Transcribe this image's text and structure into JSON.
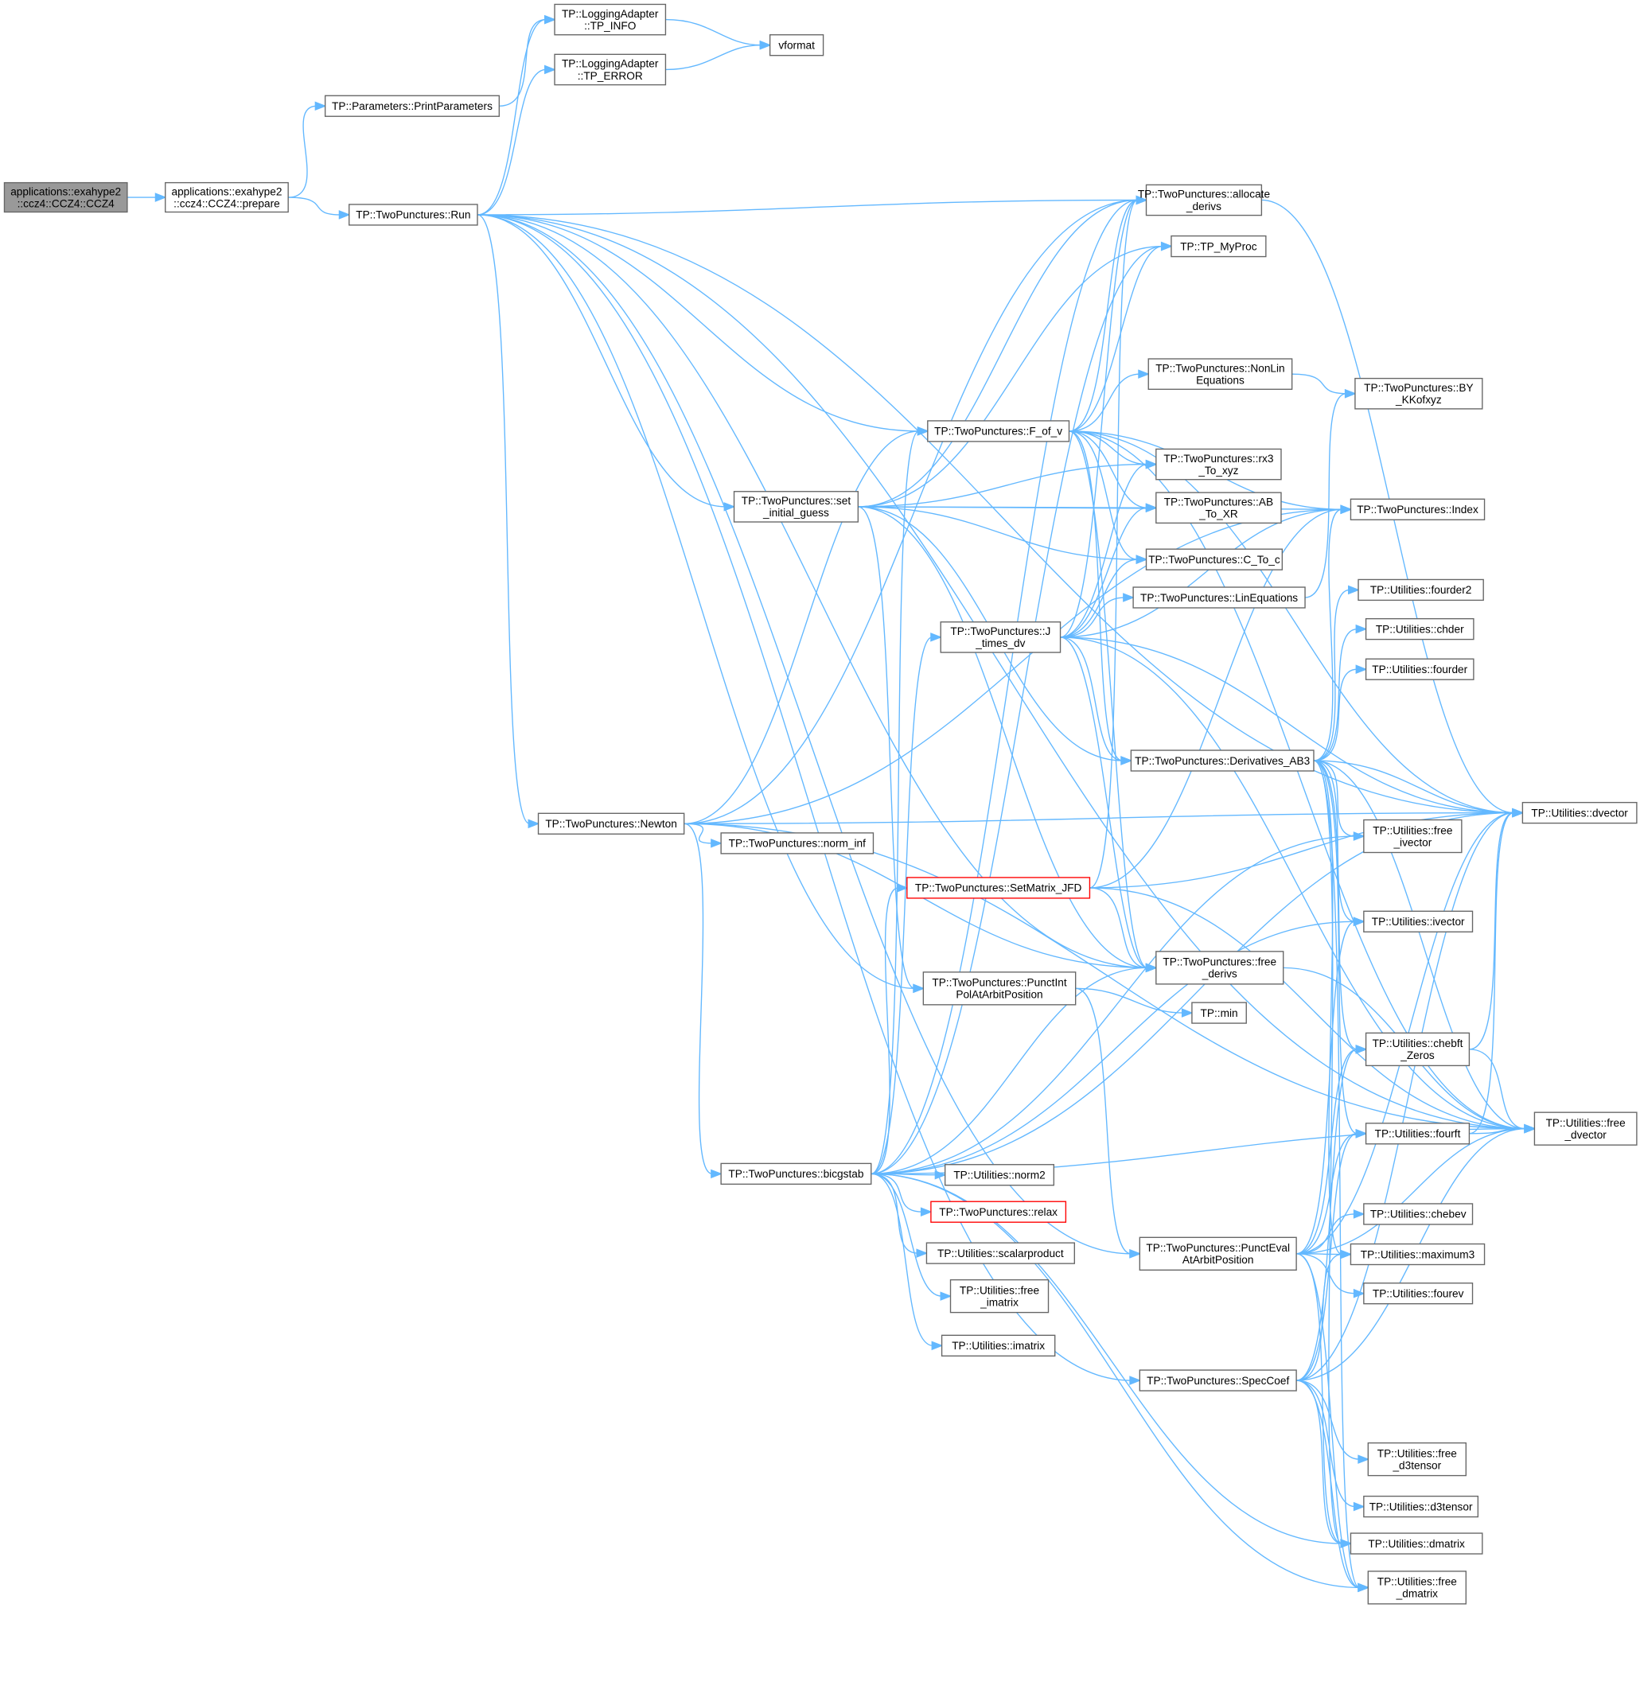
{
  "colors": {
    "edge": "#63b8ff",
    "root_fill": "#999999",
    "node_border": "#666666",
    "highlight_border": "#ff0000"
  },
  "nodes": {
    "ccz4": [
      "applications::exahype2",
      "::ccz4::CCZ4::CCZ4"
    ],
    "prepare": [
      "applications::exahype2",
      "::ccz4::CCZ4::prepare"
    ],
    "printparams": [
      "TP::Parameters::PrintParameters"
    ],
    "tp_info": [
      "TP::LoggingAdapter",
      "::TP_INFO"
    ],
    "tp_error": [
      "TP::LoggingAdapter",
      "::TP_ERROR"
    ],
    "vformat": [
      "vformat"
    ],
    "run": [
      "TP::TwoPunctures::Run"
    ],
    "allocate_derivs": [
      "TP::TwoPunctures::allocate",
      "_derivs"
    ],
    "tp_myproc": [
      "TP::TP_MyProc"
    ],
    "nonlin": [
      "TP::TwoPunctures::NonLin",
      "Equations"
    ],
    "by_kk": [
      "TP::TwoPunctures::BY",
      "_KKofxyz"
    ],
    "f_of_v": [
      "TP::TwoPunctures::F_of_v"
    ],
    "rx3": [
      "TP::TwoPunctures::rx3",
      "_To_xyz"
    ],
    "ab_to_xr": [
      "TP::TwoPunctures::AB",
      "_To_XR"
    ],
    "index": [
      "TP::TwoPunctures::Index"
    ],
    "c_to_c": [
      "TP::TwoPunctures::C_To_c"
    ],
    "linequations": [
      "TP::TwoPunctures::LinEquations"
    ],
    "fourder2": [
      "TP::Utilities::fourder2"
    ],
    "chder": [
      "TP::Utilities::chder"
    ],
    "fourder": [
      "TP::Utilities::fourder"
    ],
    "set_initial_guess": [
      "TP::TwoPunctures::set",
      "_initial_guess"
    ],
    "j_times_dv": [
      "TP::TwoPunctures::J",
      "_times_dv"
    ],
    "derivatives": [
      "TP::TwoPunctures::Derivatives_AB3"
    ],
    "dvector": [
      "TP::Utilities::dvector"
    ],
    "free_ivector": [
      "TP::Utilities::free",
      "_ivector"
    ],
    "newton": [
      "TP::TwoPunctures::Newton"
    ],
    "norm_inf": [
      "TP::TwoPunctures::norm_inf"
    ],
    "setmatrix": [
      "TP::TwoPunctures::SetMatrix_JFD"
    ],
    "ivector": [
      "TP::Utilities::ivector"
    ],
    "free_derivs": [
      "TP::TwoPunctures::free",
      "_derivs"
    ],
    "punctintpol": [
      "TP::TwoPunctures::PunctInt",
      "PolAtArbitPosition"
    ],
    "tp_min": [
      "TP::min"
    ],
    "chebft": [
      "TP::Utilities::chebft",
      "_Zeros"
    ],
    "fourft": [
      "TP::Utilities::fourft"
    ],
    "free_dvector": [
      "TP::Utilities::free",
      "_dvector"
    ],
    "bicgstab": [
      "TP::TwoPunctures::bicgstab"
    ],
    "norm2": [
      "TP::Utilities::norm2"
    ],
    "relax": [
      "TP::TwoPunctures::relax"
    ],
    "scalarproduct": [
      "TP::Utilities::scalarproduct"
    ],
    "free_imatrix": [
      "TP::Utilities::free",
      "_imatrix"
    ],
    "imatrix": [
      "TP::Utilities::imatrix"
    ],
    "puncteval": [
      "TP::TwoPunctures::PunctEval",
      "AtArbitPosition"
    ],
    "chebev": [
      "TP::Utilities::chebev"
    ],
    "maximum3": [
      "TP::Utilities::maximum3"
    ],
    "fourev": [
      "TP::Utilities::fourev"
    ],
    "speccoef": [
      "TP::TwoPunctures::SpecCoef"
    ],
    "free_d3tensor": [
      "TP::Utilities::free",
      "_d3tensor"
    ],
    "d3tensor": [
      "TP::Utilities::d3tensor"
    ],
    "dmatrix": [
      "TP::Utilities::dmatrix"
    ],
    "free_dmatrix": [
      "TP::Utilities::free",
      "_dmatrix"
    ]
  },
  "edges": [
    [
      "ccz4",
      "prepare"
    ],
    [
      "prepare",
      "printparams"
    ],
    [
      "prepare",
      "run"
    ],
    [
      "printparams",
      "tp_info"
    ],
    [
      "tp_info",
      "vformat"
    ],
    [
      "tp_error",
      "vformat"
    ],
    [
      "run",
      "tp_info"
    ],
    [
      "run",
      "tp_error"
    ],
    [
      "run",
      "dvector"
    ],
    [
      "run",
      "allocate_derivs"
    ],
    [
      "run",
      "f_of_v"
    ],
    [
      "run",
      "set_initial_guess"
    ],
    [
      "run",
      "newton"
    ],
    [
      "run",
      "punctintpol"
    ],
    [
      "run",
      "free_derivs"
    ],
    [
      "run",
      "speccoef"
    ],
    [
      "run",
      "puncteval"
    ],
    [
      "run",
      "free_dvector"
    ],
    [
      "set_initial_guess",
      "allocate_derivs"
    ],
    [
      "set_initial_guess",
      "tp_myproc"
    ],
    [
      "set_initial_guess",
      "rx3"
    ],
    [
      "set_initial_guess",
      "ab_to_xr"
    ],
    [
      "set_initial_guess",
      "c_to_c"
    ],
    [
      "set_initial_guess",
      "index"
    ],
    [
      "set_initial_guess",
      "derivatives"
    ],
    [
      "set_initial_guess",
      "free_derivs"
    ],
    [
      "set_initial_guess",
      "punctintpol"
    ],
    [
      "f_of_v",
      "allocate_derivs"
    ],
    [
      "f_of_v",
      "tp_myproc"
    ],
    [
      "f_of_v",
      "nonlin"
    ],
    [
      "f_of_v",
      "rx3"
    ],
    [
      "f_of_v",
      "ab_to_xr"
    ],
    [
      "f_of_v",
      "c_to_c"
    ],
    [
      "f_of_v",
      "index"
    ],
    [
      "f_of_v",
      "derivatives"
    ],
    [
      "f_of_v",
      "free_derivs"
    ],
    [
      "f_of_v",
      "dvector"
    ],
    [
      "f_of_v",
      "free_dvector"
    ],
    [
      "nonlin",
      "by_kk"
    ],
    [
      "linequations",
      "by_kk"
    ],
    [
      "j_times_dv",
      "allocate_derivs"
    ],
    [
      "j_times_dv",
      "rx3"
    ],
    [
      "j_times_dv",
      "ab_to_xr"
    ],
    [
      "j_times_dv",
      "c_to_c"
    ],
    [
      "j_times_dv",
      "linequations"
    ],
    [
      "j_times_dv",
      "index"
    ],
    [
      "j_times_dv",
      "derivatives"
    ],
    [
      "j_times_dv",
      "free_derivs"
    ],
    [
      "j_times_dv",
      "dvector"
    ],
    [
      "j_times_dv",
      "free_dvector"
    ],
    [
      "derivatives",
      "index"
    ],
    [
      "derivatives",
      "fourder2"
    ],
    [
      "derivatives",
      "chder"
    ],
    [
      "derivatives",
      "fourder"
    ],
    [
      "derivatives",
      "free_ivector"
    ],
    [
      "derivatives",
      "ivector"
    ],
    [
      "derivatives",
      "chebft"
    ],
    [
      "derivatives",
      "fourft"
    ],
    [
      "derivatives",
      "free_dvector"
    ],
    [
      "derivatives",
      "dvector"
    ],
    [
      "derivatives",
      "maximum3"
    ],
    [
      "derivatives",
      "dmatrix"
    ],
    [
      "derivatives",
      "free_dmatrix"
    ],
    [
      "newton",
      "dvector"
    ],
    [
      "newton",
      "norm_inf"
    ],
    [
      "newton",
      "bicgstab"
    ],
    [
      "newton",
      "f_of_v"
    ],
    [
      "newton",
      "allocate_derivs"
    ],
    [
      "newton",
      "free_derivs"
    ],
    [
      "newton",
      "free_dvector"
    ],
    [
      "newton",
      "index"
    ],
    [
      "bicgstab",
      "norm2"
    ],
    [
      "bicgstab",
      "relax"
    ],
    [
      "bicgstab",
      "scalarproduct"
    ],
    [
      "bicgstab",
      "free_imatrix"
    ],
    [
      "bicgstab",
      "imatrix"
    ],
    [
      "bicgstab",
      "setmatrix"
    ],
    [
      "bicgstab",
      "j_times_dv"
    ],
    [
      "bicgstab",
      "f_of_v"
    ],
    [
      "bicgstab",
      "allocate_derivs"
    ],
    [
      "bicgstab",
      "dvector"
    ],
    [
      "bicgstab",
      "free_dvector"
    ],
    [
      "bicgstab",
      "ivector"
    ],
    [
      "bicgstab",
      "free_ivector"
    ],
    [
      "bicgstab",
      "dmatrix"
    ],
    [
      "bicgstab",
      "free_dmatrix"
    ],
    [
      "bicgstab",
      "free_derivs"
    ],
    [
      "bicgstab",
      "tp_myproc"
    ],
    [
      "setmatrix",
      "allocate_derivs"
    ],
    [
      "setmatrix",
      "index"
    ],
    [
      "setmatrix",
      "free_derivs"
    ],
    [
      "setmatrix",
      "dvector"
    ],
    [
      "setmatrix",
      "free_dvector"
    ],
    [
      "punctintpol",
      "tp_min"
    ],
    [
      "punctintpol",
      "puncteval"
    ],
    [
      "free_derivs",
      "free_dvector"
    ],
    [
      "allocate_derivs",
      "dvector"
    ],
    [
      "chebft",
      "dvector"
    ],
    [
      "chebft",
      "free_dvector"
    ],
    [
      "fourft",
      "dvector"
    ],
    [
      "fourft",
      "free_dvector"
    ],
    [
      "puncteval",
      "chebev"
    ],
    [
      "puncteval",
      "maximum3"
    ],
    [
      "puncteval",
      "fourev"
    ],
    [
      "puncteval",
      "chebft"
    ],
    [
      "puncteval",
      "fourft"
    ],
    [
      "puncteval",
      "ivector"
    ],
    [
      "puncteval",
      "dvector"
    ],
    [
      "puncteval",
      "free_dvector"
    ],
    [
      "puncteval",
      "dmatrix"
    ],
    [
      "puncteval",
      "free_dmatrix"
    ],
    [
      "speccoef",
      "chebft"
    ],
    [
      "speccoef",
      "fourft"
    ],
    [
      "speccoef",
      "maximum3"
    ],
    [
      "speccoef",
      "free_d3tensor"
    ],
    [
      "speccoef",
      "d3tensor"
    ],
    [
      "speccoef",
      "dvector"
    ],
    [
      "speccoef",
      "free_dvector"
    ],
    [
      "speccoef",
      "dmatrix"
    ],
    [
      "speccoef",
      "free_dmatrix"
    ]
  ]
}
